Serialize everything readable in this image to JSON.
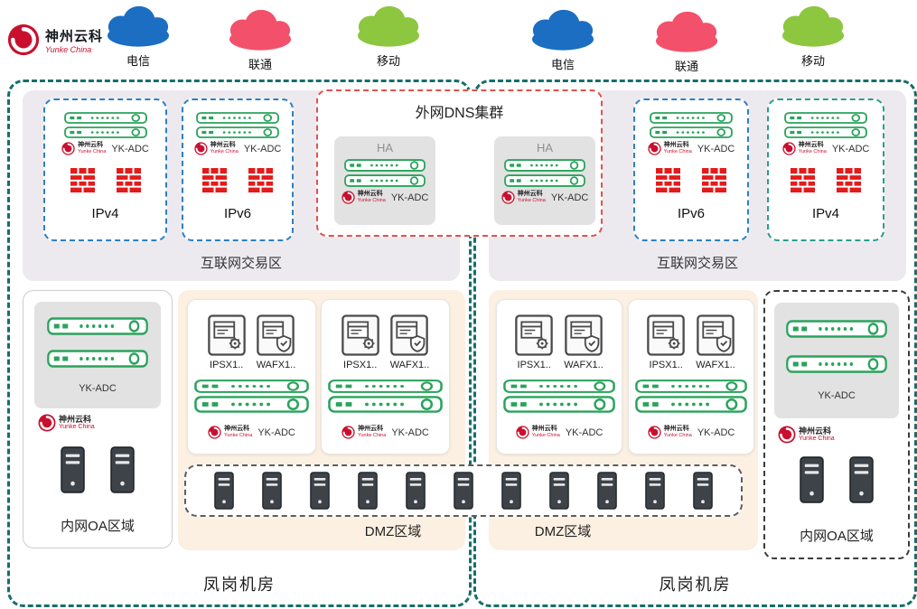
{
  "logo": {
    "cn": "神州云科",
    "en": "Yunke China"
  },
  "clouds": [
    {
      "label": "电信",
      "color": "#1b6ec2"
    },
    {
      "label": "联通",
      "color": "#f3506b"
    },
    {
      "label": "移动",
      "color": "#8dc63f"
    },
    {
      "label": "电信",
      "color": "#1b6ec2"
    },
    {
      "label": "联通",
      "color": "#f3506b"
    },
    {
      "label": "移动",
      "color": "#8dc63f"
    }
  ],
  "dns_cluster": {
    "title": "外网DNS集群",
    "ha_groups": [
      {
        "title": "HA",
        "adc": "YK-ADC"
      },
      {
        "title": "HA",
        "adc": "YK-ADC"
      }
    ]
  },
  "server_row": {
    "towers": 11
  },
  "rooms": [
    {
      "name": "凤岗机房",
      "trade_zone": {
        "label": "互联网交易区",
        "ip_boxes": [
          {
            "adc": "YK-ADC",
            "ip": "IPv4"
          },
          {
            "adc": "YK-ADC",
            "ip": "IPv6"
          }
        ]
      },
      "oa_zone": {
        "label": "内网OA区域",
        "adc": "YK-ADC"
      },
      "dmz": {
        "label": "DMZ区域",
        "cards": [
          {
            "ips_label": "IPSX1..",
            "waf_label": "WAFX1..",
            "adc": "YK-ADC"
          },
          {
            "ips_label": "IPSX1..",
            "waf_label": "WAFX1..",
            "adc": "YK-ADC"
          }
        ]
      }
    },
    {
      "name": "凤岗机房",
      "trade_zone": {
        "label": "互联网交易区",
        "ip_boxes": [
          {
            "adc": "YK-ADC",
            "ip": "IPv6"
          },
          {
            "adc": "YK-ADC",
            "ip": "IPv4"
          }
        ]
      },
      "oa_zone": {
        "label": "内网OA区域",
        "adc": "YK-ADC"
      },
      "dmz": {
        "label": "DMZ区域",
        "cards": [
          {
            "ips_label": "IPSX1..",
            "waf_label": "WAFX1..",
            "adc": "YK-ADC"
          },
          {
            "ips_label": "IPSX1..",
            "waf_label": "WAFX1..",
            "adc": "YK-ADC"
          }
        ]
      }
    }
  ],
  "colors": {
    "room_border": "#166f6a",
    "ip_box_border": "#2e7fc3",
    "ipv4_right_border": "#2a9d8f",
    "dns_border": "#e0524f",
    "appliance_green": "#2aa35c",
    "firewall_red": "#e21b1b",
    "dmz_fill": "#fcf0e2",
    "telecom_blue": "#1b6ec2",
    "unicom_pink": "#f3506b",
    "mobile_green": "#8dc63f"
  }
}
